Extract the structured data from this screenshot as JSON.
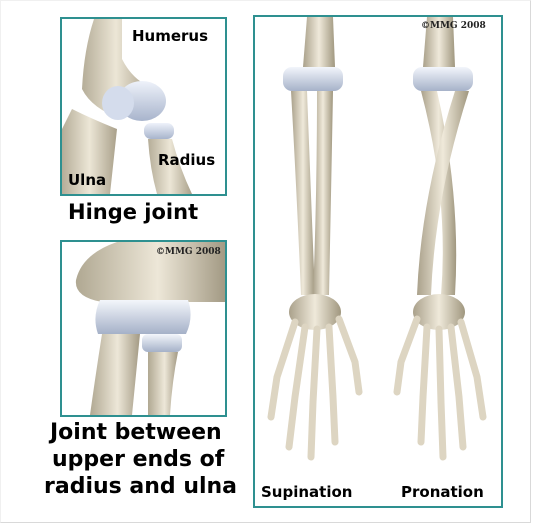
{
  "panel_hinge": {
    "labels": {
      "humerus": "Humerus",
      "radius": "Radius",
      "ulna": "Ulna"
    },
    "caption": "Hinge joint"
  },
  "panel_radioulnar": {
    "copyright": "©MMG 2008",
    "caption_lines": [
      "Joint between",
      "upper ends of",
      "radius and ulna"
    ]
  },
  "panel_forearm": {
    "copyright": "©MMG 2008",
    "labels": {
      "supination": "Supination",
      "pronation": "Pronation"
    }
  },
  "colors": {
    "border": "#2e9090",
    "bone": "#e4dcc8",
    "bone_shade": "#b8ae96",
    "cartilage": "#c9d3e6"
  }
}
